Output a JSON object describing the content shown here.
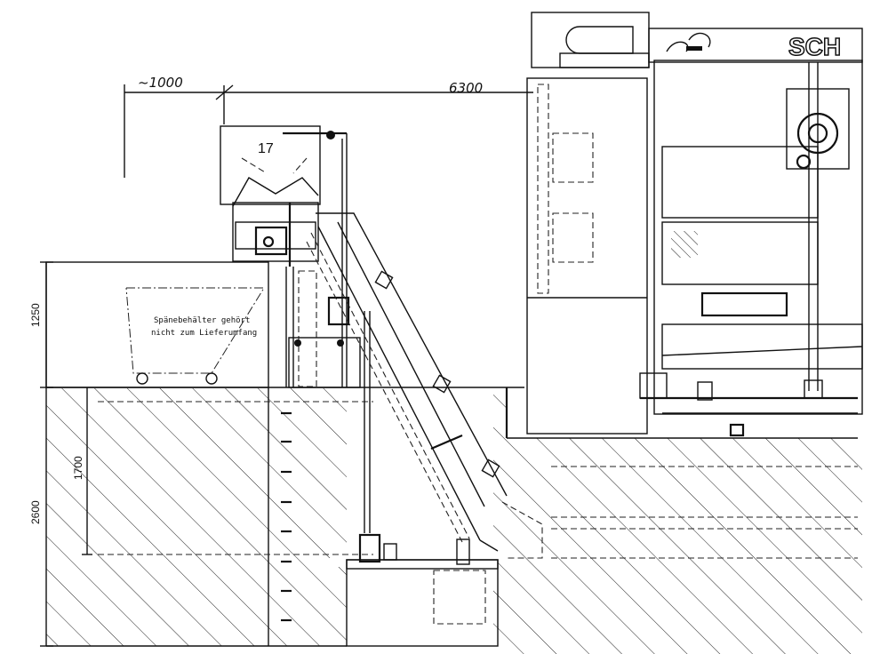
{
  "drawing": {
    "dimensions": {
      "top_left": "~1000",
      "top_overall": "6300",
      "side_1250": "1250",
      "side_1700": "1700",
      "side_2600": "2600"
    },
    "position_number": "17",
    "note_line1": "Spänebehälter gehört",
    "note_line2": "nicht zum Lieferumfang",
    "machine_lettering": "SCH"
  }
}
